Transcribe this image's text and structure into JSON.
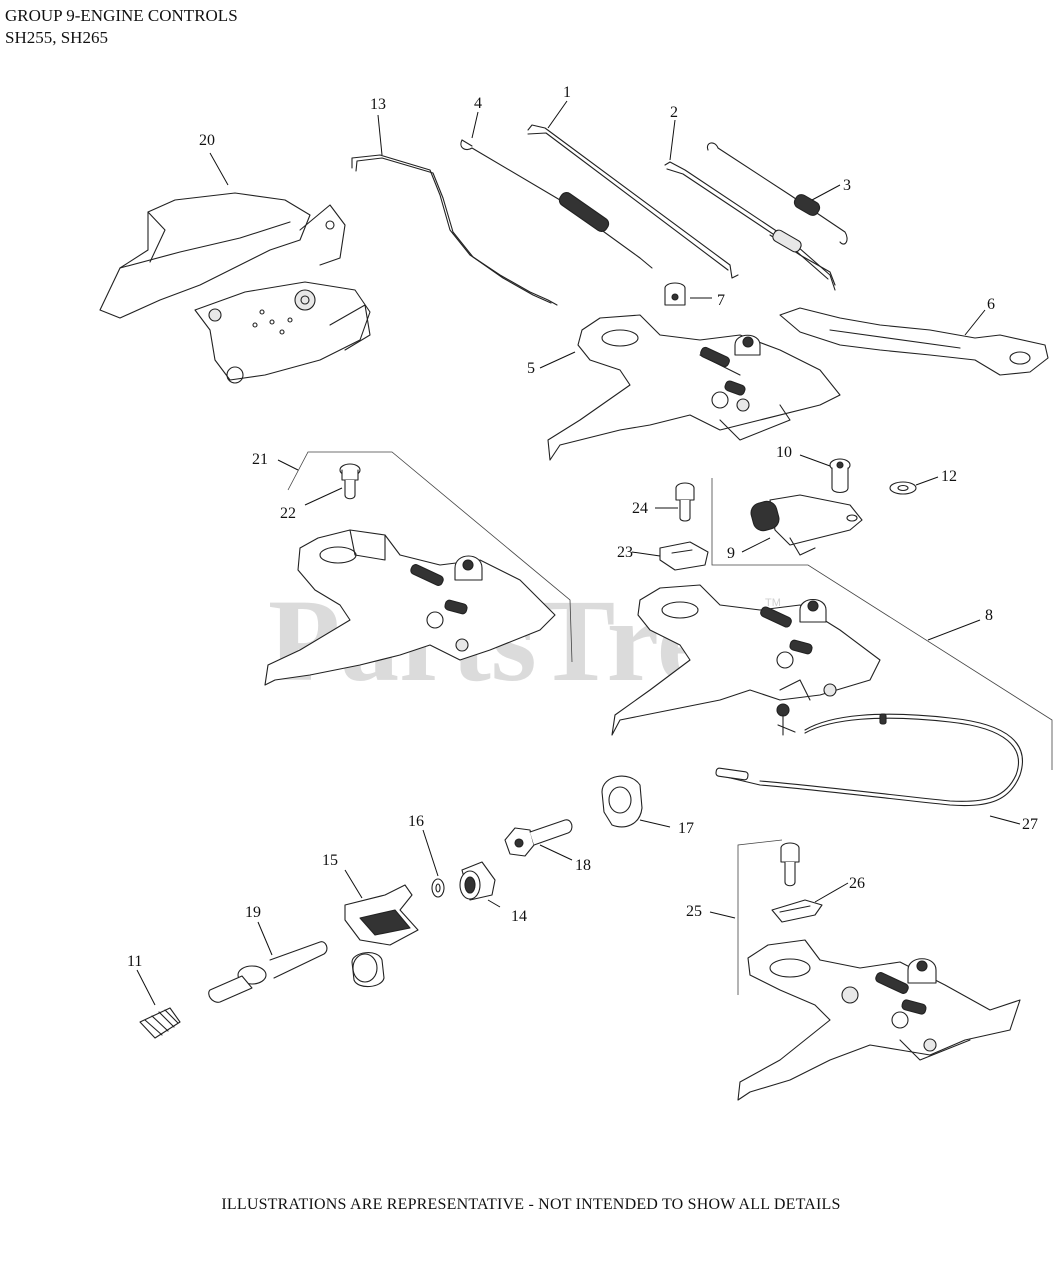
{
  "header": {
    "title": "GROUP 9-ENGINE CONTROLS",
    "models": "SH255, SH265"
  },
  "watermark": {
    "text": "PartsTree",
    "trademark": "TM"
  },
  "callouts": {
    "c1": "1",
    "c2": "2",
    "c3": "3",
    "c4": "4",
    "c5": "5",
    "c6": "6",
    "c7": "7",
    "c8": "8",
    "c9": "9",
    "c10": "10",
    "c11": "11",
    "c12": "12",
    "c13": "13",
    "c14": "14",
    "c15": "15",
    "c16": "16",
    "c17": "17",
    "c18": "18",
    "c19": "19",
    "c20": "20",
    "c21": "21",
    "c22": "22",
    "c23": "23",
    "c24": "24",
    "c25": "25",
    "c26": "26",
    "c27": "27"
  },
  "footer": {
    "note": "ILLUSTRATIONS ARE REPRESENTATIVE - NOT INTENDED TO SHOW ALL DETAILS"
  }
}
